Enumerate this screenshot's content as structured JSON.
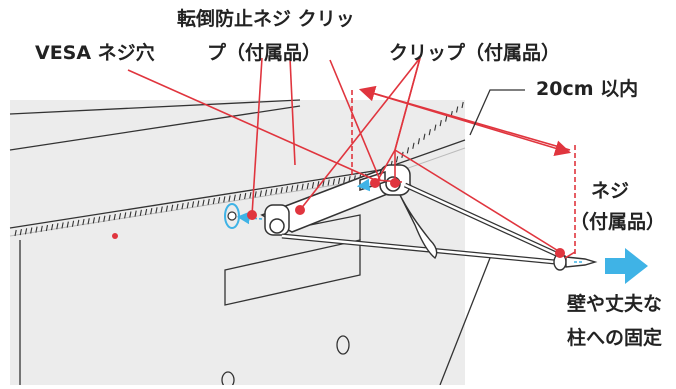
{
  "labels": {
    "vesa_screw_hole": "VESA ネジ穴",
    "tip_prevent_screw_line1": "転倒防止ネジ クリッ",
    "tip_prevent_screw_line2": "プ（付属品）",
    "clip_supplied": "クリップ（付属品）",
    "distance_limit": "20cm 以内",
    "screw_line1": "ネジ",
    "screw_line2": "（付属品）",
    "wall_fix_line1": "壁や丈夫な",
    "wall_fix_line2": "柱への固定"
  },
  "colors": {
    "leader_red": "#e0353e",
    "arrow_blue": "#3fb3e6",
    "tv_gray": "#ececec",
    "line_dark": "#333333"
  },
  "icons": [
    "blue-arrow-icon",
    "dashed-arrow-icon"
  ]
}
